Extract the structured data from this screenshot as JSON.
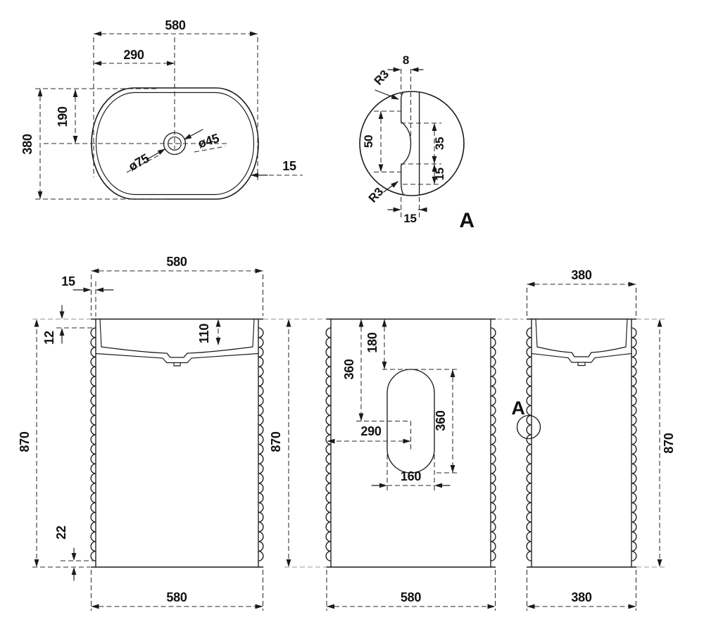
{
  "colors": {
    "line": "#1a1a1a",
    "reference": "#9a9a9a",
    "background": "#ffffff"
  },
  "plan_view": {
    "overall_width": "580",
    "basin_center_from_left": "290",
    "basin_center_from_top": "190",
    "overall_depth": "380",
    "drain_outer_diameter": "ø75",
    "drain_hole_diameter": "ø45",
    "rim_thickness": "15"
  },
  "detail_view": {
    "title": "A",
    "flute_depth": "8",
    "top_fillet_radius": "R3",
    "flute_pitch": "50",
    "flute_arc_length": "35",
    "flute_flat_length": "15",
    "bottom_fillet_radius": "R3",
    "wall_thickness": "15"
  },
  "front_view": {
    "top_width": "580",
    "flute_offset": "15",
    "rim_to_flute_gap": "12",
    "basin_inner_depth": "110",
    "overall_height": "870",
    "flute_to_floor_gap": "22",
    "bottom_width": "580"
  },
  "back_view": {
    "overall_height": "870",
    "cutout_top_offset": "180",
    "cutout_center_from_top": "360",
    "cutout_center_from_left": "290",
    "cutout_height": "360",
    "cutout_width": "160",
    "bottom_width": "580"
  },
  "side_view": {
    "top_width": "380",
    "detail_marker": "A",
    "overall_height": "870",
    "bottom_width": "380"
  }
}
